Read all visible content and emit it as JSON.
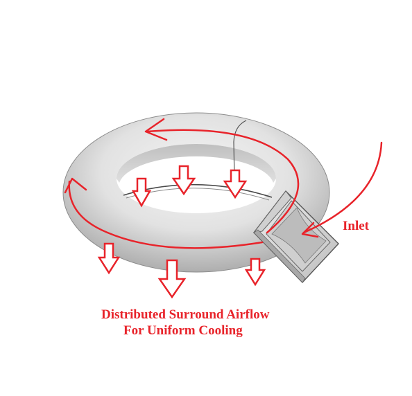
{
  "labels": {
    "inlet": "Inlet",
    "caption_line_1": "Distributed Surround Airflow",
    "caption_line_2": "For Uniform Cooling"
  },
  "colors": {
    "arrow": "#e8232a",
    "torus_light": "#f2f2f2",
    "torus_mid": "#d6d6d6",
    "torus_dark": "#9a9a9a",
    "outline": "#555555",
    "background": "#ffffff"
  },
  "icons": {
    "flow_arrow": "curved-arrow-icon",
    "outflow_arrow": "down-arrow-icon"
  }
}
